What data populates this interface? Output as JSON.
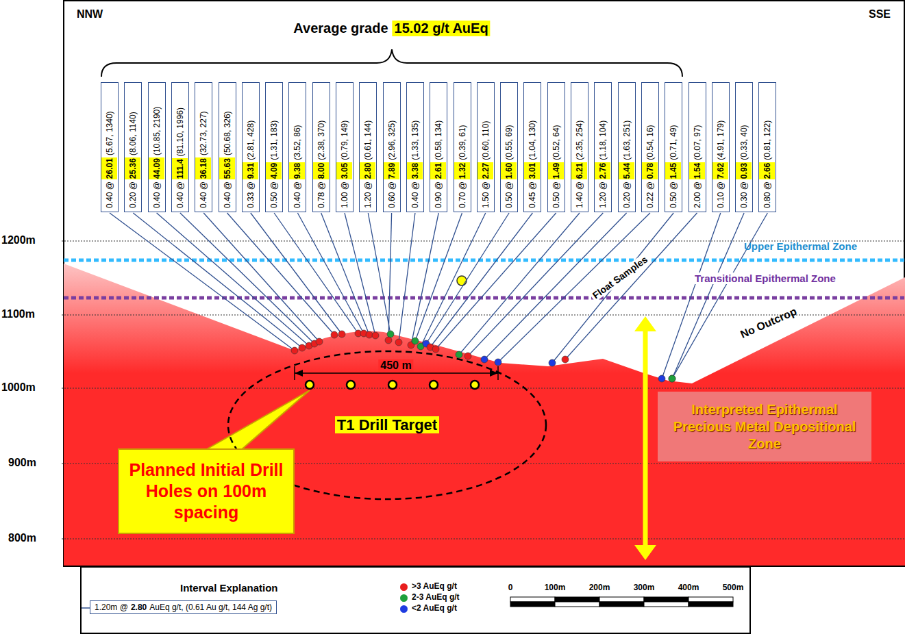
{
  "diagram": {
    "nodes": [
      {
        "text": [
          "0.40 @",
          "26.01",
          "(5.67, 1340)"
        ]
      },
      {
        "text": [
          "0.20 @",
          "25.36",
          "(8.06, 1140)"
        ]
      },
      {
        "text": [
          "0.40 @",
          "44.09",
          "(10.85, 2190)"
        ]
      },
      {
        "text": [
          "0.40 @",
          "111.4",
          "(81.10, 1996)"
        ]
      },
      {
        "text": [
          "0.40 @",
          "36.18",
          "(32.73, 227)"
        ]
      },
      {
        "text": [
          "0.40 @",
          "55.63",
          "(50.68, 326)"
        ]
      },
      {
        "text": [
          "0.33 @",
          "9.31",
          "(2.81, 428)"
        ]
      },
      {
        "text": [
          "0.50 @",
          "4.09",
          "(1.31, 183)"
        ]
      },
      {
        "text": [
          "0.40 @",
          "9.38",
          "(3.52, 86)"
        ]
      },
      {
        "text": [
          "0.78 @",
          "8.00",
          "(2.38, 370)"
        ]
      },
      {
        "text": [
          "1.00 @",
          "3.05",
          "(0.79, 149)"
        ]
      },
      {
        "text": [
          "1.20 @",
          "2.80",
          "(0.61, 144)"
        ]
      },
      {
        "text": [
          "0.60 @",
          "7.89",
          "(2.96, 325)"
        ]
      },
      {
        "text": [
          "0.40 @",
          "3.38",
          "(1.33, 135)"
        ]
      },
      {
        "text": [
          "0.90 @",
          "2.61",
          "(0.58, 134)"
        ]
      },
      {
        "text": [
          "0.70 @",
          "1.32",
          "(0.39, 61)"
        ]
      },
      {
        "text": [
          "1.50 @",
          "2.27",
          "(0.60, 110)"
        ]
      },
      {
        "text": [
          "0.50 @",
          "1.60",
          "(0.55, 69)"
        ]
      },
      {
        "text": [
          "0.45 @",
          "3.01",
          "(1.04, 130)"
        ]
      },
      {
        "text": [
          "0.50 @",
          "1.49",
          "(0.52, 64)"
        ]
      },
      {
        "text": [
          "1.40 @",
          "6.21",
          "(2.35, 254)"
        ]
      },
      {
        "text": [
          "1.20 @",
          "2.76",
          "(1.18, 104)"
        ]
      },
      {
        "text": [
          "0.20 @",
          "5.44",
          "(1.63, 251)"
        ]
      },
      {
        "text": [
          "0.22 @",
          "0.78",
          "(0.54, 16)"
        ]
      },
      {
        "text": [
          "0.50 @",
          "1.45",
          "(0.71, 49)"
        ]
      },
      {
        "text": [
          "2.00 @",
          "1.54",
          "(0.07, 97)"
        ]
      },
      {
        "text": [
          "0.10 @",
          "7.62",
          "(4.91, 179)"
        ]
      },
      {
        "text": [
          "0.30 @",
          "0.93",
          "(0.33, 40)"
        ]
      },
      {
        "text": [
          "0.80 @",
          "2.66",
          "(0.81, 122)"
        ]
      },
      {
        "text": [
          "T1 Drill Target"
        ]
      },
      {
        "text": [
          "Planned Initial Drill Holes on 100m spacing"
        ]
      },
      {
        "text": [
          "Interpreted Epithermal Precious Metal Depositional Zone"
        ]
      },
      {
        "text": [
          "1.20m @",
          "2.80",
          "AuEq g/t, (0.61 Au g/t, 144 Ag g/t)"
        ]
      }
    ],
    "labels": [
      "NNW",
      "SSE",
      "Average grade",
      "15.02 g/t AuEq",
      "1200m",
      "1100m",
      "1000m",
      "900m",
      "800m",
      "Upper Epithermal Zone",
      "Transitional Epithermal Zone",
      "Float Samples",
      "No Outcrop",
      "450 m",
      "Interval Explanation",
      "0",
      "100m",
      "200m",
      "300m",
      "400m",
      "500m"
    ],
    "legend": [
      {
        "text": ">3 AuEq g/t",
        "color": "#e81e1e"
      },
      {
        "text": "2-3 AuEq g/t",
        "color": "#1ea03c"
      },
      {
        "text": "<2 AuEq g/t",
        "color": "#1e3ce0"
      }
    ]
  }
}
